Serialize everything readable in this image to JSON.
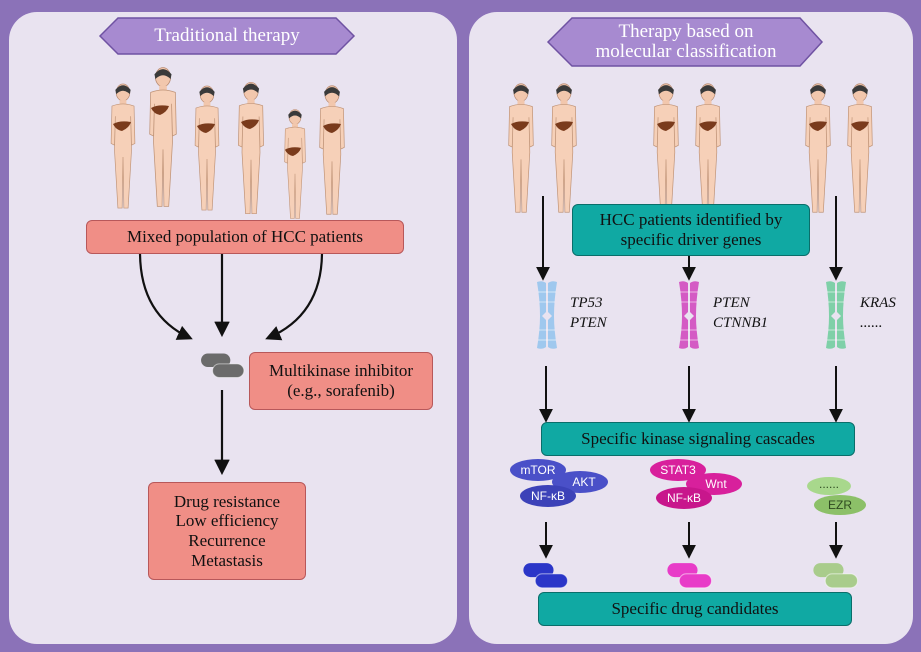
{
  "left_panel": {
    "header": "Traditional therapy",
    "population_box": "Mixed population of HCC patients",
    "drug_box": [
      "Multikinase inhibitor",
      "(e.g., sorafenib)"
    ],
    "outcomes": [
      "Drug resistance",
      "Low efficiency",
      "Recurrence",
      "Metastasis"
    ]
  },
  "right_panel": {
    "header": [
      "Therapy based on",
      "molecular classification"
    ],
    "patients_box": [
      "HCC patients identified by",
      "specific driver genes"
    ],
    "gene_groups": [
      {
        "genes": [
          "TP53",
          "PTEN"
        ],
        "color": "#9fc8ee",
        "proteins": [
          "mTOR",
          "AKT",
          "NF-κB"
        ],
        "protein_color": "#4a50c8"
      },
      {
        "genes": [
          "PTEN",
          "CTNNB1"
        ],
        "color": "#d45bc4",
        "proteins": [
          "STAT3",
          "Wnt",
          "NF-κB"
        ],
        "protein_color": "#d8209c"
      },
      {
        "genes": [
          "KRAS",
          "......"
        ],
        "color": "#7fd0a8",
        "proteins": [
          "......",
          "EZR"
        ],
        "protein_color": "#8cc068"
      }
    ],
    "signaling_box": "Specific kinase signaling cascades",
    "candidates_box": "Specific drug candidates"
  },
  "colors": {
    "background": "#8b72b8",
    "panel": "#e9e3f0",
    "header_fill": "#a78ad0",
    "pink_box": "#f08e86",
    "teal_box": "#10a9a3",
    "pill_gray": "#6b6b6b"
  }
}
